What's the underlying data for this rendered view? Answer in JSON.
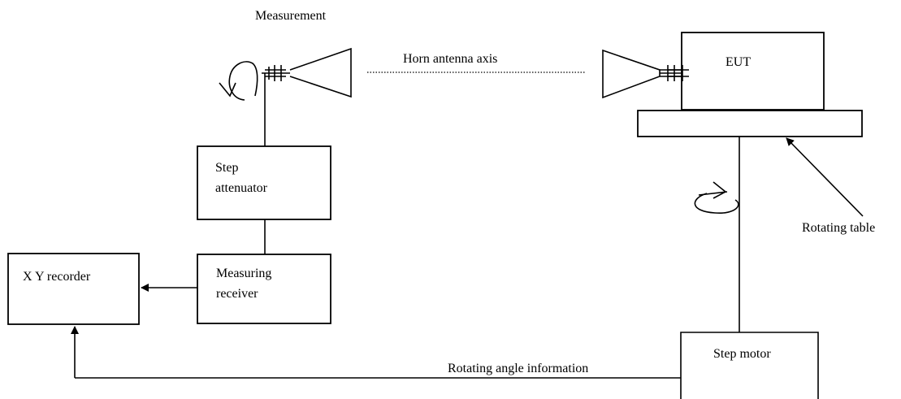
{
  "labels": {
    "measurement": "Measurement",
    "horn_axis": "Horn antenna axis",
    "eut": "EUT",
    "step_attenuator_line1": "Step",
    "step_attenuator_line2": "attenuator",
    "measuring_receiver_line1": "Measuring",
    "measuring_receiver_line2": "receiver",
    "xy_recorder": "X Y recorder",
    "rotating_table": "Rotating table",
    "step_motor": "Step motor",
    "rotating_angle": "Rotating angle information"
  }
}
